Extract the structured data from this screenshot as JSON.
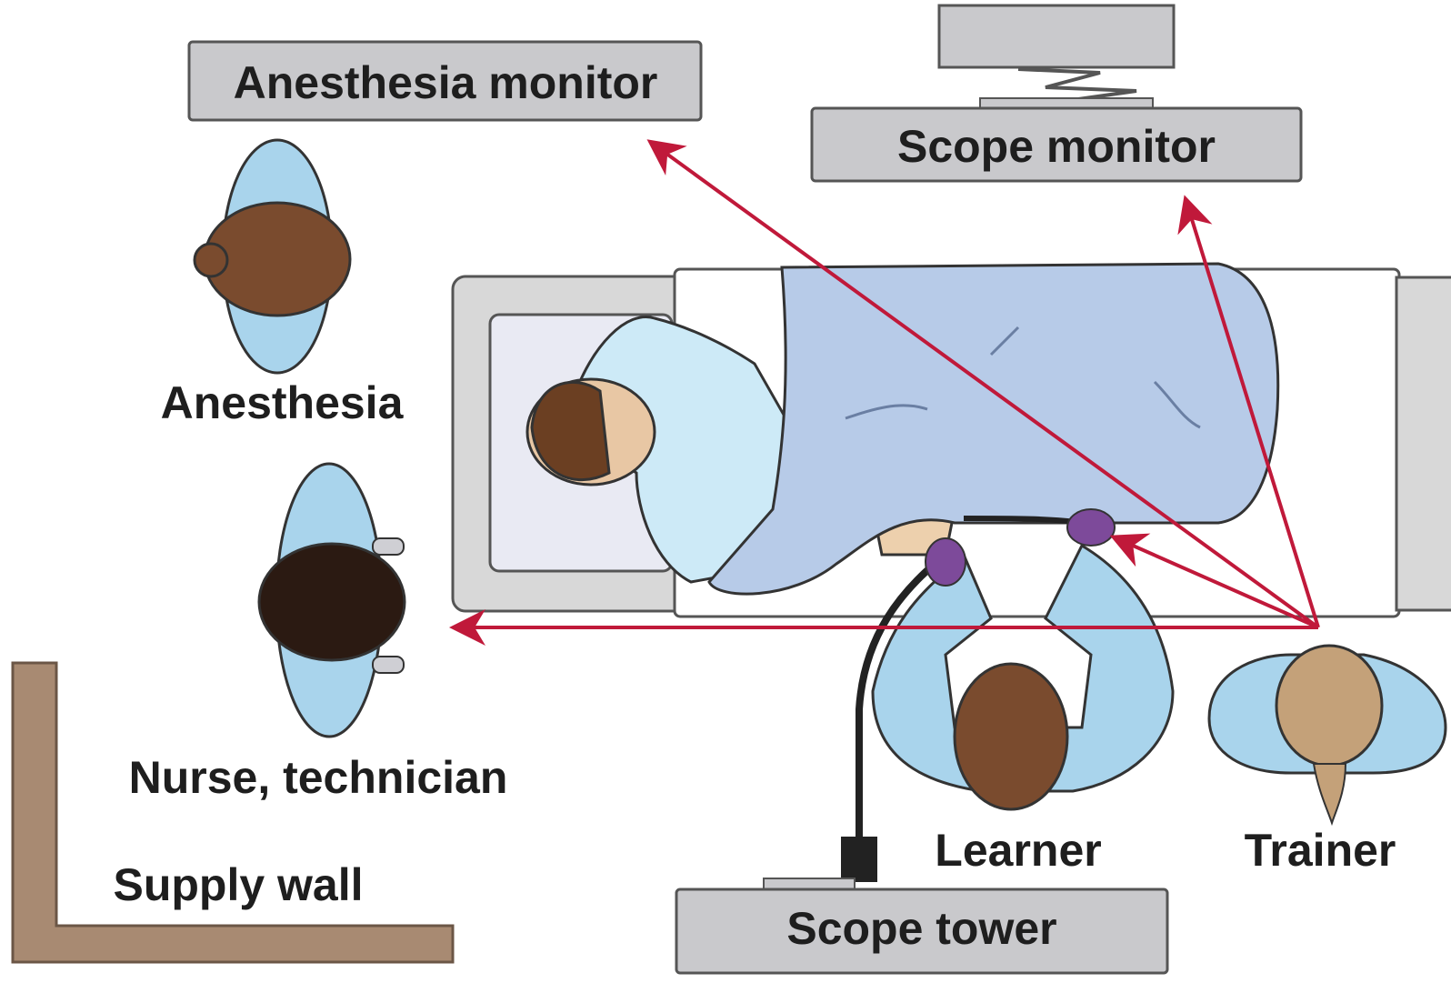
{
  "labels": {
    "anesthesia_monitor": "Anesthesia monitor",
    "scope_monitor": "Scope monitor",
    "anesthesia": "Anesthesia",
    "nurse_technician": "Nurse, technician",
    "supply_wall": "Supply wall",
    "learner": "Learner",
    "trainer": "Trainer",
    "scope_tower": "Scope tower"
  },
  "colors": {
    "sight_line_arrow": "#c0193a",
    "equipment_box": "#c9c9cc",
    "scrubs": "#a9d4ec",
    "drape": "#b7cbe8",
    "supply_wall": "#a88a72",
    "bed_frame": "#d8d8d8"
  }
}
